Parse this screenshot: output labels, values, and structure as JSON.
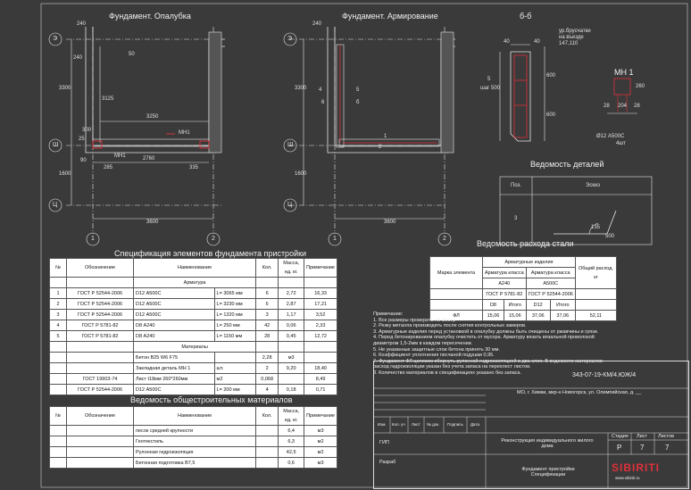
{
  "titles": {
    "formwork": "Фундамент. Опалубка",
    "reinforcement": "Фундамент. Армирование",
    "section": "б-б",
    "mn1": "МН 1",
    "parts": "Ведомость деталей",
    "steel": "Ведомость расхода стали",
    "spec": "Спецификация элементов фундамента пристройки",
    "materials": "Ведомость общестроительных материалов"
  },
  "axes": {
    "e": "Э",
    "sh": "Ш",
    "ts": "Ц",
    "one": "1",
    "two": "2"
  },
  "dims": {
    "d240": "240",
    "d50": "50",
    "d3300": "3300",
    "d3125": "3125",
    "d3250": "3250",
    "d300": "300",
    "d25": "25",
    "d90": "90",
    "d285": "285",
    "d2760": "2760",
    "d335": "335",
    "d1600": "1600",
    "d3600": "3600",
    "d40": "40",
    "d600": "600",
    "d500": "500",
    "d28": "28",
    "d204": "204",
    "d260": "260",
    "d135": "135",
    "mn1": "МН1",
    "step": "шаг 500",
    "brus": "ур.брусчатки",
    "na_vezde": "на въезде",
    "mark": "147,110",
    "rod": "Ø12 А500С",
    "pcs": "4шт",
    "n1": "1",
    "n2": "2",
    "n3": "3",
    "n4": "4",
    "n5": "5",
    "n6": "6",
    "b_mark": "б"
  },
  "parts_table": {
    "pos": "Поз.",
    "sketch": "Эскиз",
    "row_pos": "3"
  },
  "steel_table": {
    "h_item": "Марка элемента",
    "h_group": "Арматурные изделия",
    "h_a240": "Арматура класса",
    "h_a500": "Арматура класса",
    "c_a240": "А240",
    "c_a500": "А500С",
    "h_total": "Общий расход, кг",
    "g1": "ГОСТ Р 5781-82",
    "g2": "ГОСТ Р 52544-2006",
    "d8": "D8",
    "itogo": "Итого",
    "d12": "D12",
    "row": [
      "ФЛ",
      "15,06",
      "15,06",
      "37,06",
      "37,06",
      "52,11"
    ]
  },
  "spec_table": {
    "headers": [
      "№",
      "Обозначение",
      "Наименование",
      "Кол.",
      "Масса, ед. кг.",
      "Примечание"
    ],
    "sec_armature": "Арматура",
    "sec_materials": "Материалы",
    "rows": [
      [
        "1",
        "ГОСТ Р 52544-2006",
        "D12 А500С",
        "L= 3065 мм",
        "6",
        "2,72",
        "16,33"
      ],
      [
        "2",
        "ГОСТ Р 52544-2006",
        "D12 А500С",
        "L= 3230 мм",
        "6",
        "2,87",
        "17,21"
      ],
      [
        "3",
        "ГОСТ Р 52544-2006",
        "D12 А500С",
        "L= 1320 мм",
        "3",
        "1,17",
        "3,52"
      ],
      [
        "4",
        "ГОСТ Р 5781-82",
        "D8 А240",
        "L= 250 мм",
        "42",
        "0,06",
        "2,33"
      ],
      [
        "5",
        "ГОСТ Р 5781-82",
        "D8 А240",
        "L= 1150 мм",
        "28",
        "0,45",
        "12,72"
      ]
    ],
    "mat_rows": [
      [
        "",
        "",
        "Бетон В25 W6 F75",
        "",
        "2,28",
        "м3",
        ""
      ],
      [
        "",
        "",
        "Закладная деталь МН 1",
        "шт.",
        "2",
        "9,20",
        "18,40"
      ],
      [
        "",
        "ГОСТ 19903-74",
        "Лист t18мм 260*260мм",
        "м2",
        "0,068",
        "",
        "8,49"
      ],
      [
        "",
        "ГОСТ Р 52544-2006",
        "D12 А500С",
        "L= 200 мм",
        "4",
        "0,18",
        "0,71"
      ]
    ]
  },
  "materials_table": {
    "headers": [
      "№",
      "Обозначение",
      "Наименование",
      "Кол.",
      "Масса, ед. кг.",
      "Примечание"
    ],
    "rows": [
      [
        "",
        "",
        "песок средней крупности",
        "6,4",
        "м3"
      ],
      [
        "",
        "",
        "Геотекстиль",
        "6,3",
        "м2"
      ],
      [
        "",
        "",
        "Рулонная гидроизоляция",
        "42,5",
        "м2"
      ],
      [
        "",
        "",
        "Бетонная подготовка В7,5",
        "0,6",
        "м3"
      ]
    ]
  },
  "notes": [
    "Примечание:",
    "1. Все размеры проверить по месту.",
    "2. Резку металла производить после снятия контрольных замеров.",
    "3. Арматурные изделия перед установкой в опалубку должны быть очищены от ржавчины и грязи.",
    "4. Перед бетонированием опалубку очистить от мусора. Арматуру вязать вязальной проволокой",
    "диаметром 1,5-2мм в каждом пересечении.",
    "5. Не указанные защитные слои бетона принять 30 мм.",
    "6. Коэффициент уплотнения песчаной подушки 0,95.",
    "7. Фундамент ФЛ целиком обернуть рулонной гидроизоляцией в два слоя. В ведомости материалов",
    "расход гидроизоляции указан без учета запаса на перехлест листов.",
    "8. Количество материалов в спецификациях указано без запаса."
  ],
  "stamp": {
    "code": "343-07-19-КМ/4.ЮЖ/4",
    "address": "МО, г. Химки, мкр-н Новогорск, ул. Олимпийская, д. __",
    "cols": [
      "Изм.",
      "Кол. уч",
      "Лист",
      "№ док.",
      "Подпись",
      "Дата"
    ],
    "gip": "ГИП",
    "razrab": "Разраб",
    "project": "Реконструкция индивидуального жилого дома",
    "stage_h": "Стадия",
    "sheet_h": "Лист",
    "sheets_h": "Листов",
    "stage": "Р",
    "sheet": "7",
    "sheets": "7",
    "drawing": "Фундамент пристройки Спецификации",
    "logo": "SIBIRITI",
    "logo_sub": "www.sibiriti.ru"
  },
  "colors": {
    "background": "#3a3a3a",
    "lines": "#e6e6e6",
    "accent": "#e0303a"
  }
}
